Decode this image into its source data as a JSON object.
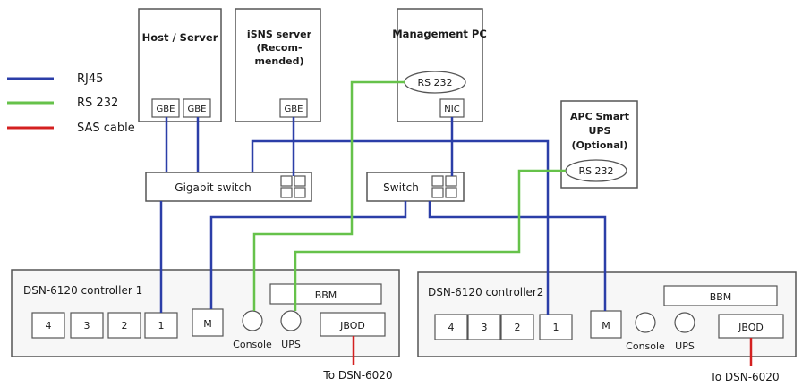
{
  "colors": {
    "rj45": "#2b3ea8",
    "rs232": "#66c24a",
    "sas": "#d42020",
    "box_stroke": "#555555",
    "box_fill": "#ffffff",
    "panel_fill": "#f7f7f7"
  },
  "legend": [
    {
      "label": "RJ45",
      "color_key": "rj45"
    },
    {
      "label": "RS 232",
      "color_key": "rs232"
    },
    {
      "label": "SAS cable",
      "color_key": "sas"
    }
  ],
  "host": {
    "title": "Host / Server",
    "ports": [
      "GBE",
      "GBE"
    ]
  },
  "isns": {
    "title_lines": [
      "iSNS server",
      "(Recom-",
      "mended)"
    ],
    "port": "GBE"
  },
  "mgmt": {
    "title": "Management PC",
    "serial": "RS 232",
    "nic": "NIC"
  },
  "ups": {
    "title_lines": [
      "APC Smart",
      "UPS",
      "(Optional)"
    ],
    "serial": "RS 232"
  },
  "gigabit_switch": {
    "label": "Gigabit switch"
  },
  "switch": {
    "label": "Switch"
  },
  "controller1": {
    "title": "DSN-6120 controller 1",
    "ports": [
      "4",
      "3",
      "2",
      "1"
    ],
    "m": "M",
    "bbm": "BBM",
    "console": "Console",
    "ups": "UPS",
    "jbod": "JBOD",
    "to": "To DSN-6020"
  },
  "controller2": {
    "title": "DSN-6120 controller2",
    "ports": [
      "4",
      "3",
      "2",
      "1"
    ],
    "m": "M",
    "bbm": "BBM",
    "console": "Console",
    "ups": "UPS",
    "jbod": "JBOD",
    "to": "To DSN-6020"
  }
}
